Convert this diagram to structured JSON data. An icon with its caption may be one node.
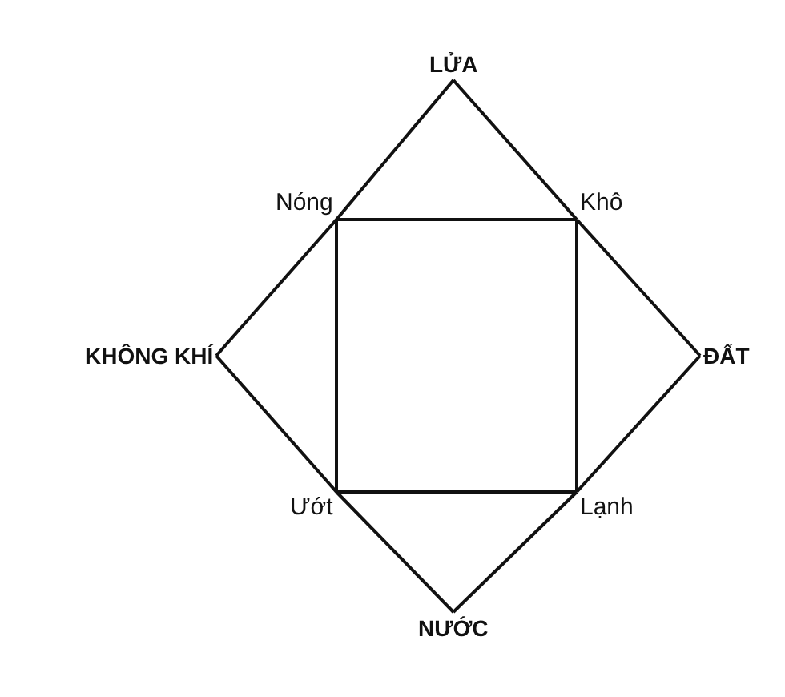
{
  "diagram": {
    "nodes": [
      {
        "text": [
          "LỬA"
        ]
      },
      {
        "text": [
          "Nóng"
        ]
      },
      {
        "text": [
          "Khô"
        ]
      },
      {
        "text": [
          "KHÔNG KHÍ"
        ]
      },
      {
        "text": [
          "ĐẤT"
        ]
      },
      {
        "text": [
          "Ướt"
        ]
      },
      {
        "text": [
          "Lạnh"
        ]
      },
      {
        "text": [
          "NƯỚC"
        ]
      }
    ],
    "edges": [
      {
        "from": 0,
        "to": 2,
        "arrow": "none"
      },
      {
        "from": 2,
        "to": 4,
        "arrow": "none"
      },
      {
        "from": 4,
        "to": 6,
        "arrow": "none"
      },
      {
        "from": 6,
        "to": 7,
        "arrow": "none"
      },
      {
        "from": 7,
        "to": 5,
        "arrow": "none"
      },
      {
        "from": 5,
        "to": 3,
        "arrow": "none"
      },
      {
        "from": 3,
        "to": 1,
        "arrow": "none"
      },
      {
        "from": 1,
        "to": 0,
        "arrow": "none"
      },
      {
        "from": 1,
        "to": 2,
        "arrow": "none"
      },
      {
        "from": 2,
        "to": 6,
        "arrow": "none"
      },
      {
        "from": 6,
        "to": 5,
        "arrow": "none"
      },
      {
        "from": 5,
        "to": 1,
        "arrow": "none"
      }
    ]
  }
}
